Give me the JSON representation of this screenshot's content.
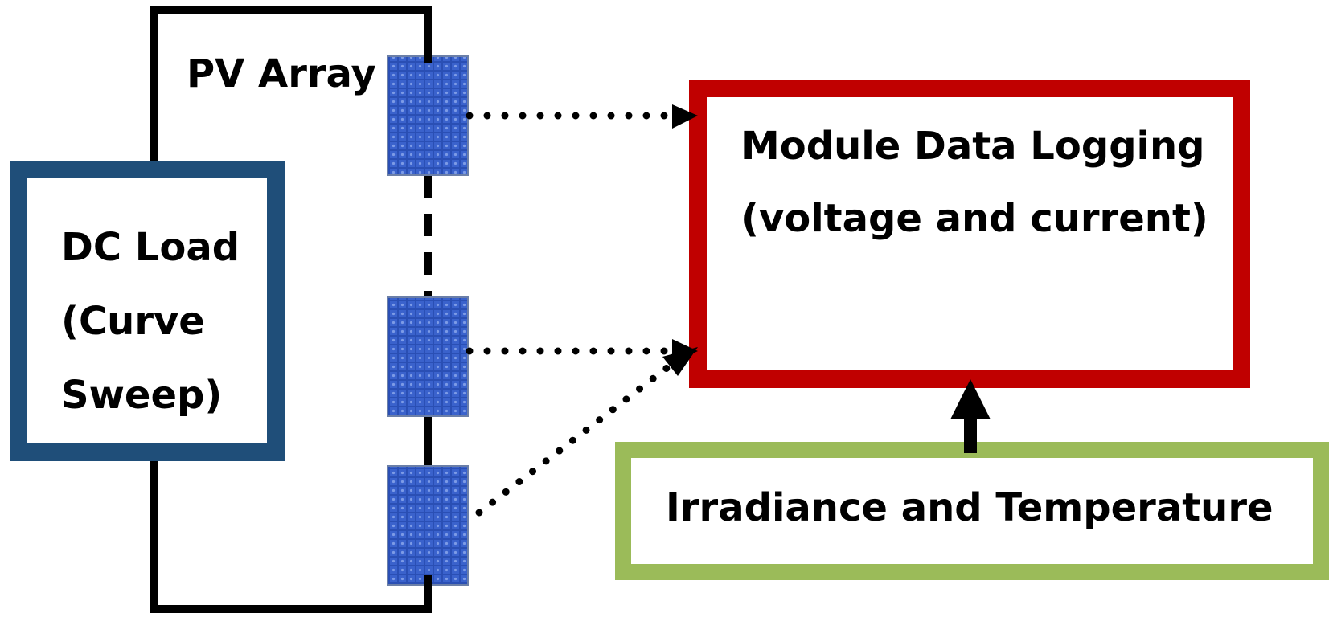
{
  "pv_array": {
    "label": "PV Array"
  },
  "dc_load": {
    "label": "DC Load\n(Curve\nSweep)",
    "color": "#1f4e79"
  },
  "data_logging": {
    "title": "Module Data Logging",
    "subtitle": "(voltage and current)",
    "color": "#c00000"
  },
  "sensors": {
    "label": "Irradiance and Temperature",
    "color": "#9bbb59"
  },
  "icons": {
    "module": "solar-panel-icon"
  },
  "module_color": "#2a4fb4"
}
